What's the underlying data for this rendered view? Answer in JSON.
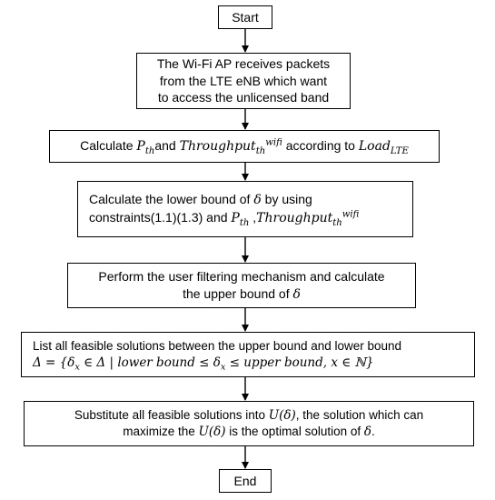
{
  "flowchart": {
    "start": "Start",
    "end": "End",
    "step1": {
      "line1": "The Wi-Fi AP receives packets",
      "line2": "from the LTE eNB which want",
      "line3": "to access the unlicensed band"
    },
    "step2": {
      "prefix": "Calculate ",
      "p": "P",
      "p_sub": "th",
      "and": "and ",
      "throughput": "Throughput",
      "throughput_sub": "th",
      "throughput_sup": "wifi",
      "according": " according to ",
      "load": "Load",
      "load_sub": "LTE"
    },
    "step3": {
      "line1_prefix": "Calculate the lower bound of ",
      "delta": "δ",
      "line1_suffix": " by using",
      "line2_prefix": "constraints(1.1)(1.3) and  ",
      "p": "P",
      "p_sub": "th",
      "comma": " ,",
      "throughput": "Throughput",
      "throughput_sub": "th",
      "throughput_sup": "wifi"
    },
    "step4": {
      "line1": "Perform the user filtering mechanism and calculate",
      "line2_prefix": "the upper bound of ",
      "delta": "δ"
    },
    "step5": {
      "line1": "List all feasible solutions between the upper bound and lower bound",
      "line2": "Δ = {δ",
      "line2_sub": "x",
      "line2_mid": " ∈ Δ | lower bound ≤ δ",
      "line2_sub2": "x",
      "line2_end": " ≤ upper bound, x ∈ ℕ}"
    },
    "step6": {
      "line1_prefix": "Substitute all feasible solutions into ",
      "u_delta": "U(δ)",
      "line1_suffix": ", the solution which can",
      "line2_prefix": "maximize the ",
      "line2_mid": " is the optimal solution of ",
      "delta": "δ",
      "line2_end": "."
    }
  }
}
